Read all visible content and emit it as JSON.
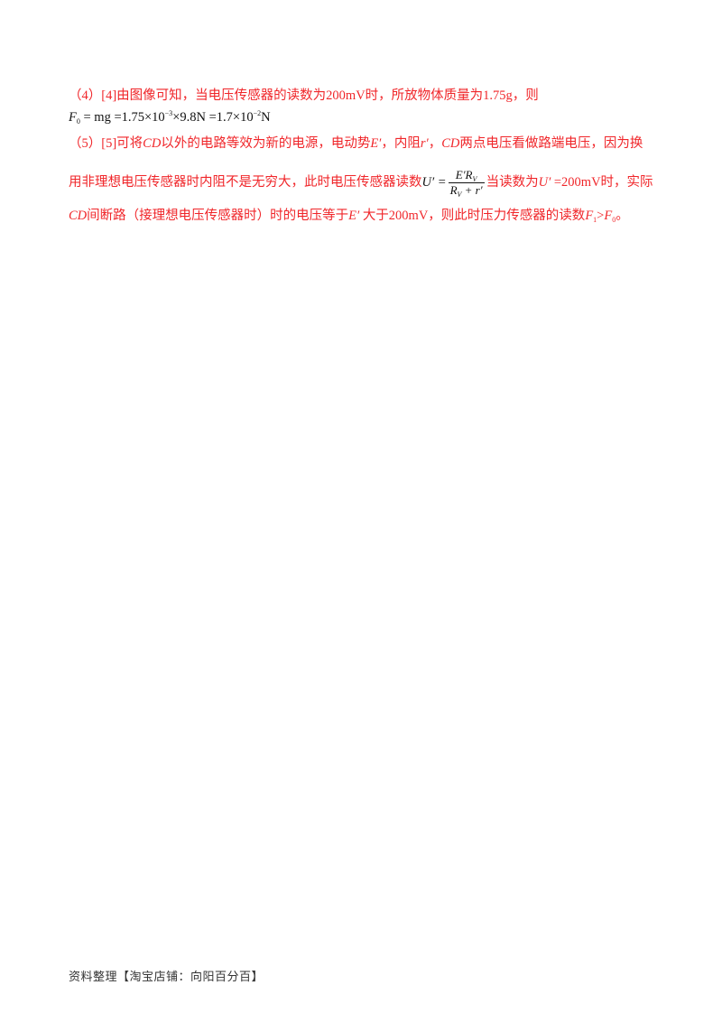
{
  "document": {
    "part4": {
      "label": "（4）[4]",
      "text": "由图像可知，当电压传感器的读数为200mV时，所放物体质量为1.75g，则",
      "equation": {
        "lhs_symbol": "F",
        "lhs_sub": "0",
        "mid": "= mg =1.75×10",
        "exp1": "−3",
        "mid2": "×9.8N =1.7×10",
        "exp2": "−2",
        "unit": "N"
      }
    },
    "part5": {
      "label": "（5）[5]",
      "line1_a": "可将",
      "cd1": "CD",
      "line1_b": "以外的电路等效为新的电源，电动势",
      "e_prime": "E′",
      "line1_c": "，内阻",
      "r_prime": "r′",
      "line1_d": "，",
      "cd2": "CD",
      "line1_e": "两点电压看做路端电压，因为换",
      "line2_a": "用非理想电压传感器时内阻不是无穷大，此时电压传感器读数",
      "formula": {
        "lhs": "U′ =",
        "numerator": "E′R",
        "numerator_sub": "V",
        "denominator": "R",
        "denominator_sub": "V",
        "denominator_rest": " + r′"
      },
      "line2_b": "当读数为",
      "u_prime": "U′",
      "line2_c": " =200mV时，实际",
      "cd3": "CD",
      "line3_a": "间断路（接理想电压传感器时）时的电压等于",
      "e_prime2": "E′",
      "line3_b": " 大于200mV，则此时压力传感器的读数",
      "f1": "F",
      "f1_sub": "1",
      "gt": ">",
      "f0": "F",
      "f0_sub": "0",
      "end": "。"
    }
  },
  "footer": {
    "text": "资料整理【淘宝店铺：向阳百分百】"
  },
  "colors": {
    "answer_text": "#f0262a",
    "math_text": "#111111",
    "footer_text": "#333333"
  }
}
